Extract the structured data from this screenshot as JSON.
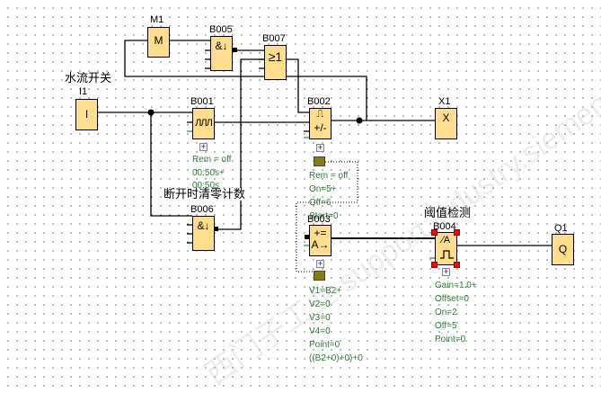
{
  "blocks": {
    "M1": {
      "name": "M1",
      "symbol": "M"
    },
    "B005": {
      "name": "B005",
      "symbol": "&↓"
    },
    "B007": {
      "name": "B007",
      "symbol": "≥1"
    },
    "I1": {
      "name": "I1",
      "symbol": "I"
    },
    "B001": {
      "name": "B001",
      "symbol": "ЛЛЛ",
      "params": [
        "Rem = off",
        "00:50s+",
        "00:50s"
      ]
    },
    "B002": {
      "name": "B002",
      "symbol_top": "⎍",
      "symbol": "+/-",
      "params": [
        "Rem = off",
        "On=5+",
        "Off=6",
        "Start=0"
      ]
    },
    "X1": {
      "name": "X1",
      "symbol": "X"
    },
    "B006": {
      "name": "B006",
      "symbol": "&↓"
    },
    "B003": {
      "name": "B003",
      "symbol_top": "+=",
      "symbol": "A→",
      "params": [
        "V1=B2+",
        "V2=0",
        "V3=0",
        "V4=0",
        "Point=0",
        "((B2+0)+0)+0"
      ]
    },
    "B004": {
      "name": "B004",
      "symbol": "⁄A",
      "params": [
        "Gain=1.0+",
        "Offset=0",
        "On=2",
        "Off=5",
        "Point=0"
      ]
    },
    "Q1": {
      "name": "Q1",
      "symbol": "Q"
    }
  },
  "comments": {
    "water_switch": "水流开关",
    "reset_on_off": "断开时清零计数",
    "threshold": "阈值检测"
  },
  "expand_glyph": "+"
}
